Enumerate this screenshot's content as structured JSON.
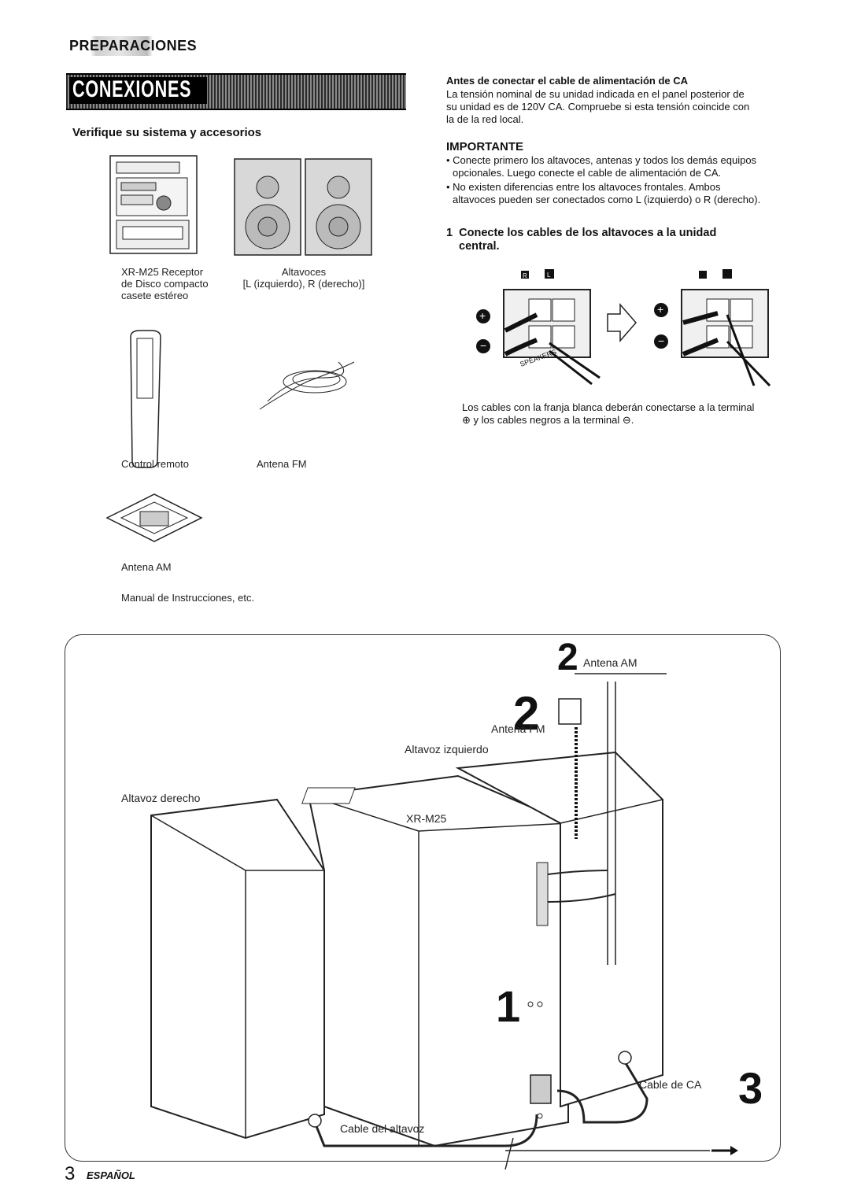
{
  "header": {
    "section": "PREPARACIONES",
    "banner": "CONEXIONES"
  },
  "accessories": {
    "heading": "Verifique su sistema y accesorios",
    "receiver_caption": [
      "XR-M25 Receptor",
      "de Disco compacto",
      "casete estéreo"
    ],
    "speakers_caption": [
      "Altavoces",
      "[L (izquierdo), R (derecho)]"
    ],
    "remote_caption": "Control remoto",
    "fm_caption": "Antena FM",
    "am_caption": "Antena AM",
    "manual_caption": "Manual de Instrucciones, etc."
  },
  "power": {
    "heading": "Antes de conectar el cable de alimentación de CA",
    "lines": [
      "La tensión nominal de su unidad indicada en el panel posterior de",
      "su unidad es de 120V CA. Compruebe si esta tensión coincide con",
      "la de la red local."
    ]
  },
  "important": {
    "heading": "IMPORTANTE",
    "bullets": [
      [
        "• Conecte primero los altavoces, antenas y todos los demás equipos",
        "  opcionales. Luego conecte el cable de alimentación de CA."
      ],
      [
        "• No existen diferencias entre los altavoces frontales. Ambos",
        "  altavoces pueden ser conectados como L (izquierdo) o R (derecho)."
      ]
    ]
  },
  "step1": {
    "number": "1",
    "text_line1": "Conecte los cables de los altavoces a la unidad",
    "text_line2": "central.",
    "note_line1": "Los cables con la franja blanca deberán conectarse a la terminal",
    "note_line2": "⊕ y los cables negros a la terminal ⊖."
  },
  "diagram": {
    "am_step": "2",
    "am_label": "Antena AM",
    "fm_step": "2",
    "fm_label": "Antena FM",
    "left_speaker": "Altavoz izquierdo",
    "right_speaker": "Altavoz derecho",
    "unit": "XR-M25",
    "speaker_step": "1",
    "ac_label": "Cable de CA",
    "ac_step": "3",
    "speaker_cable": "Cable del altavoz",
    "terminal_r": "R",
    "terminal_l": "L",
    "speaker_text": "SPEAKERS"
  },
  "footer": {
    "page": "3",
    "language": "ESPAÑOL"
  }
}
